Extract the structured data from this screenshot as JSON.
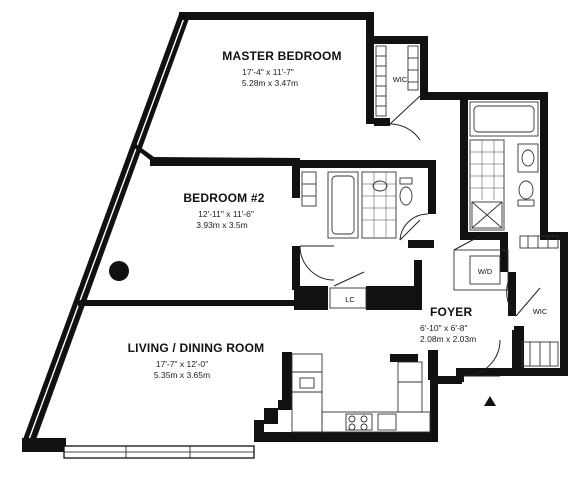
{
  "rooms": {
    "master_bedroom": {
      "name": "MASTER BEDROOM",
      "dim_ft": "17'-4\" x 11'-7\"",
      "dim_m": "5.28m x 3.47m"
    },
    "bedroom2": {
      "name": "BEDROOM #2",
      "dim_ft": "12'-11\" x 11'-6\"",
      "dim_m": "3.93m x 3.5m"
    },
    "living": {
      "name": "LIVING / DINING ROOM",
      "dim_ft": "17'-7\" x 12'-0\"",
      "dim_m": "5.35m x 3.65m"
    },
    "foyer": {
      "name": "FOYER",
      "dim_ft": "6'-10\" x 6'-8\"",
      "dim_m": "2.08m x 2.03m"
    }
  },
  "labels": {
    "wic_master": "WIC",
    "wic_foyer": "WIC",
    "linen_closet": "LC",
    "washer_dryer": "W/D"
  }
}
